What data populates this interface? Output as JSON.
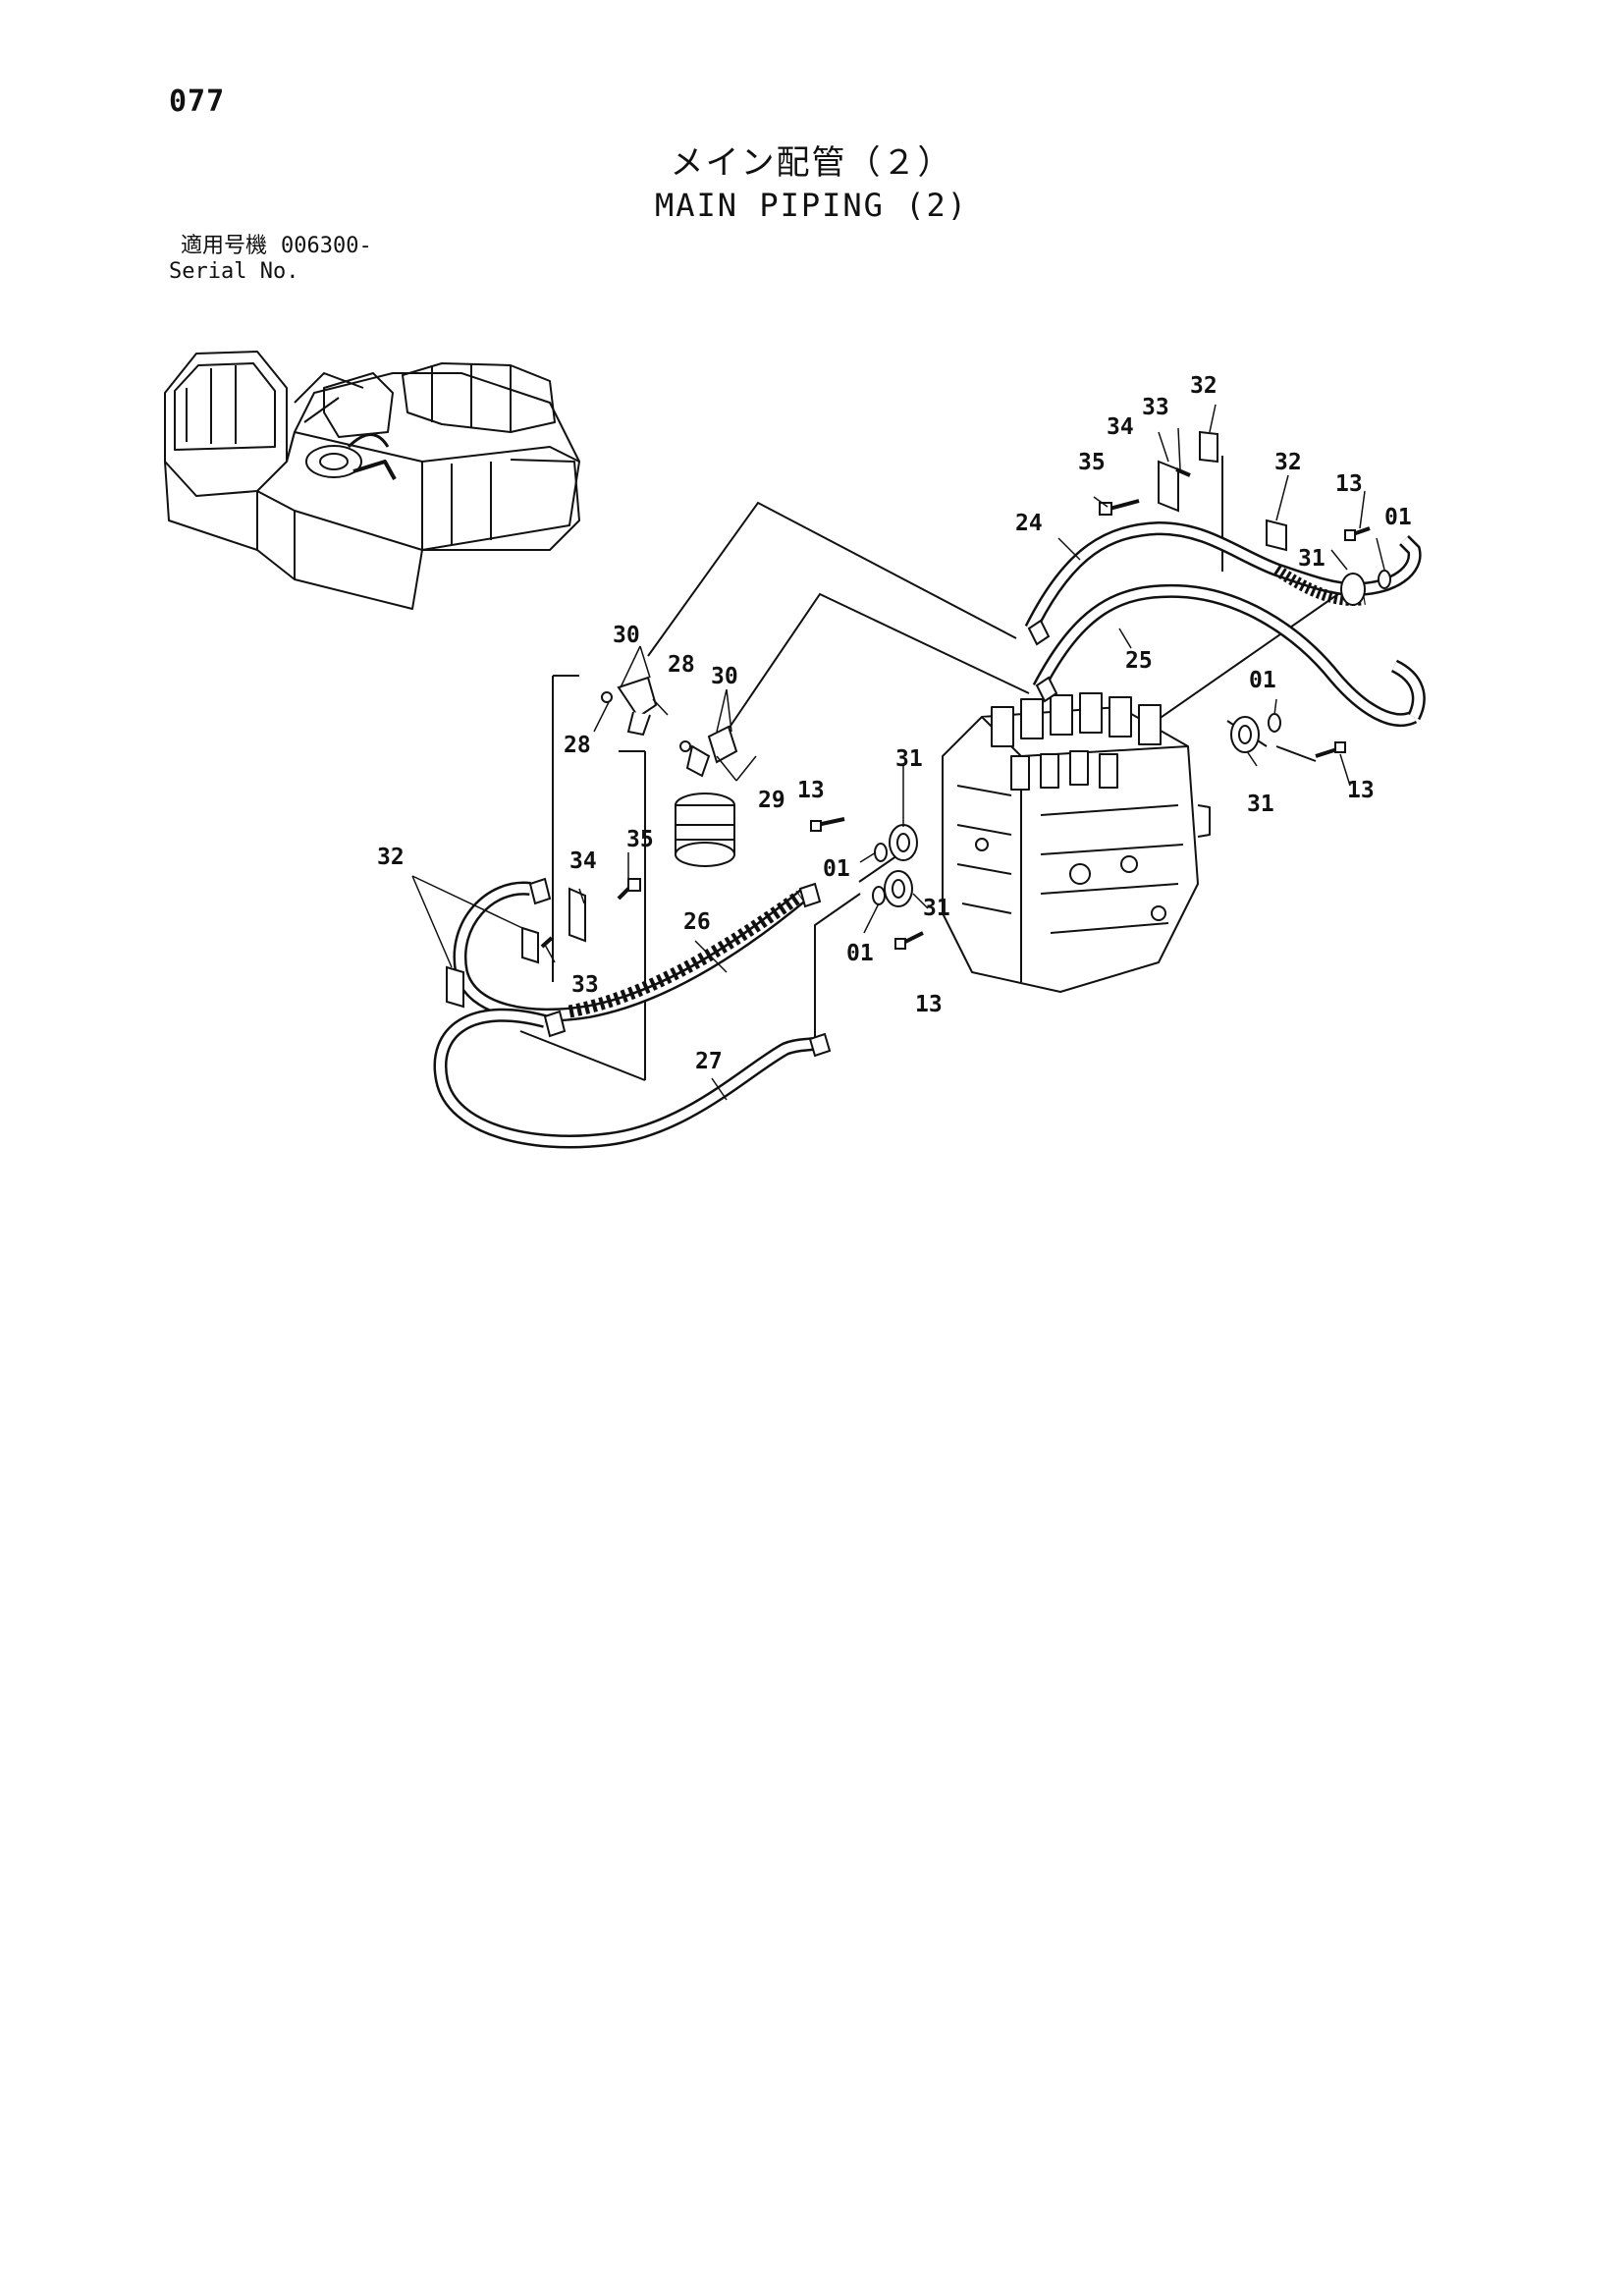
{
  "page_number": "077",
  "title_jp": "メイン配管（２）",
  "title_en": "MAIN PIPING (2)",
  "serial": {
    "label_jp": "適用号機",
    "value": "006300-",
    "label_en": "Serial No."
  },
  "callouts": {
    "c01_a": "01",
    "c01_b": "01",
    "c01_c": "01",
    "c01_d": "01",
    "c13_a": "13",
    "c13_b": "13",
    "c13_c": "13",
    "c13_d": "13",
    "c24": "24",
    "c25": "25",
    "c26": "26",
    "c27": "27",
    "c28_a": "28",
    "c28_b": "28",
    "c29": "29",
    "c30_a": "30",
    "c30_b": "30",
    "c31_a": "31",
    "c31_b": "31",
    "c31_c": "31",
    "c31_d": "31",
    "c32_a": "32",
    "c32_b": "32",
    "c32_c": "32",
    "c33_a": "33",
    "c33_b": "33",
    "c34_a": "34",
    "c34_b": "34",
    "c35_a": "35",
    "c35_b": "35"
  }
}
